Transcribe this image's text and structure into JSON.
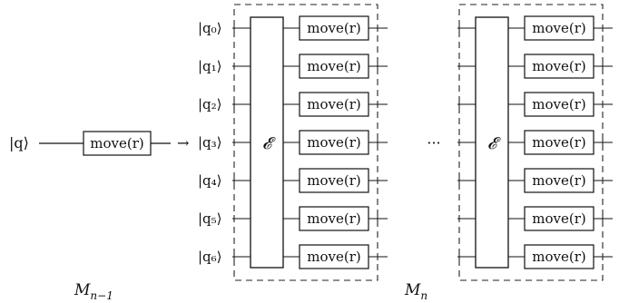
{
  "left_circuit": {
    "input_ket": "|q⟩",
    "gate_label": "move(r)",
    "arrow": "→",
    "caption": {
      "base": "M",
      "subscript": "n−1"
    }
  },
  "right_circuit": {
    "qubit_labels": [
      "|q₀⟩",
      "|q₁⟩",
      "|q₂⟩",
      "|q₃⟩",
      "|q₄⟩",
      "|q₅⟩",
      "|q₆⟩"
    ],
    "blocks": [
      {
        "entangler_label": "𝓔",
        "gate_labels": [
          "move(r)",
          "move(r)",
          "move(r)",
          "move(r)",
          "move(r)",
          "move(r)",
          "move(r)"
        ]
      },
      {
        "entangler_label": "𝓔",
        "gate_labels": [
          "move(r)",
          "move(r)",
          "move(r)",
          "move(r)",
          "move(r)",
          "move(r)",
          "move(r)"
        ]
      }
    ],
    "ellipsis": "···",
    "caption": {
      "base": "M",
      "subscript": "n"
    }
  }
}
